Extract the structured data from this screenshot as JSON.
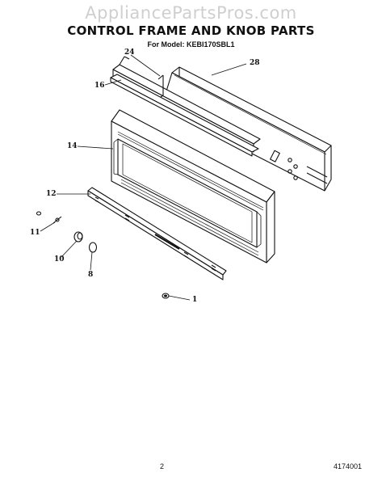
{
  "watermark": "AppliancePartsPros.com",
  "title": "CONTROL FRAME AND KNOB PARTS",
  "model_line": "For Model: KEBI170SBL1",
  "callouts": {
    "c24": "24",
    "c28": "28",
    "c16": "16",
    "c14": "14",
    "c12": "12",
    "c11": "11",
    "c10": "10",
    "c8": "8",
    "c1": "1"
  },
  "footer": {
    "page_number": "2",
    "document_code": "4174001"
  }
}
